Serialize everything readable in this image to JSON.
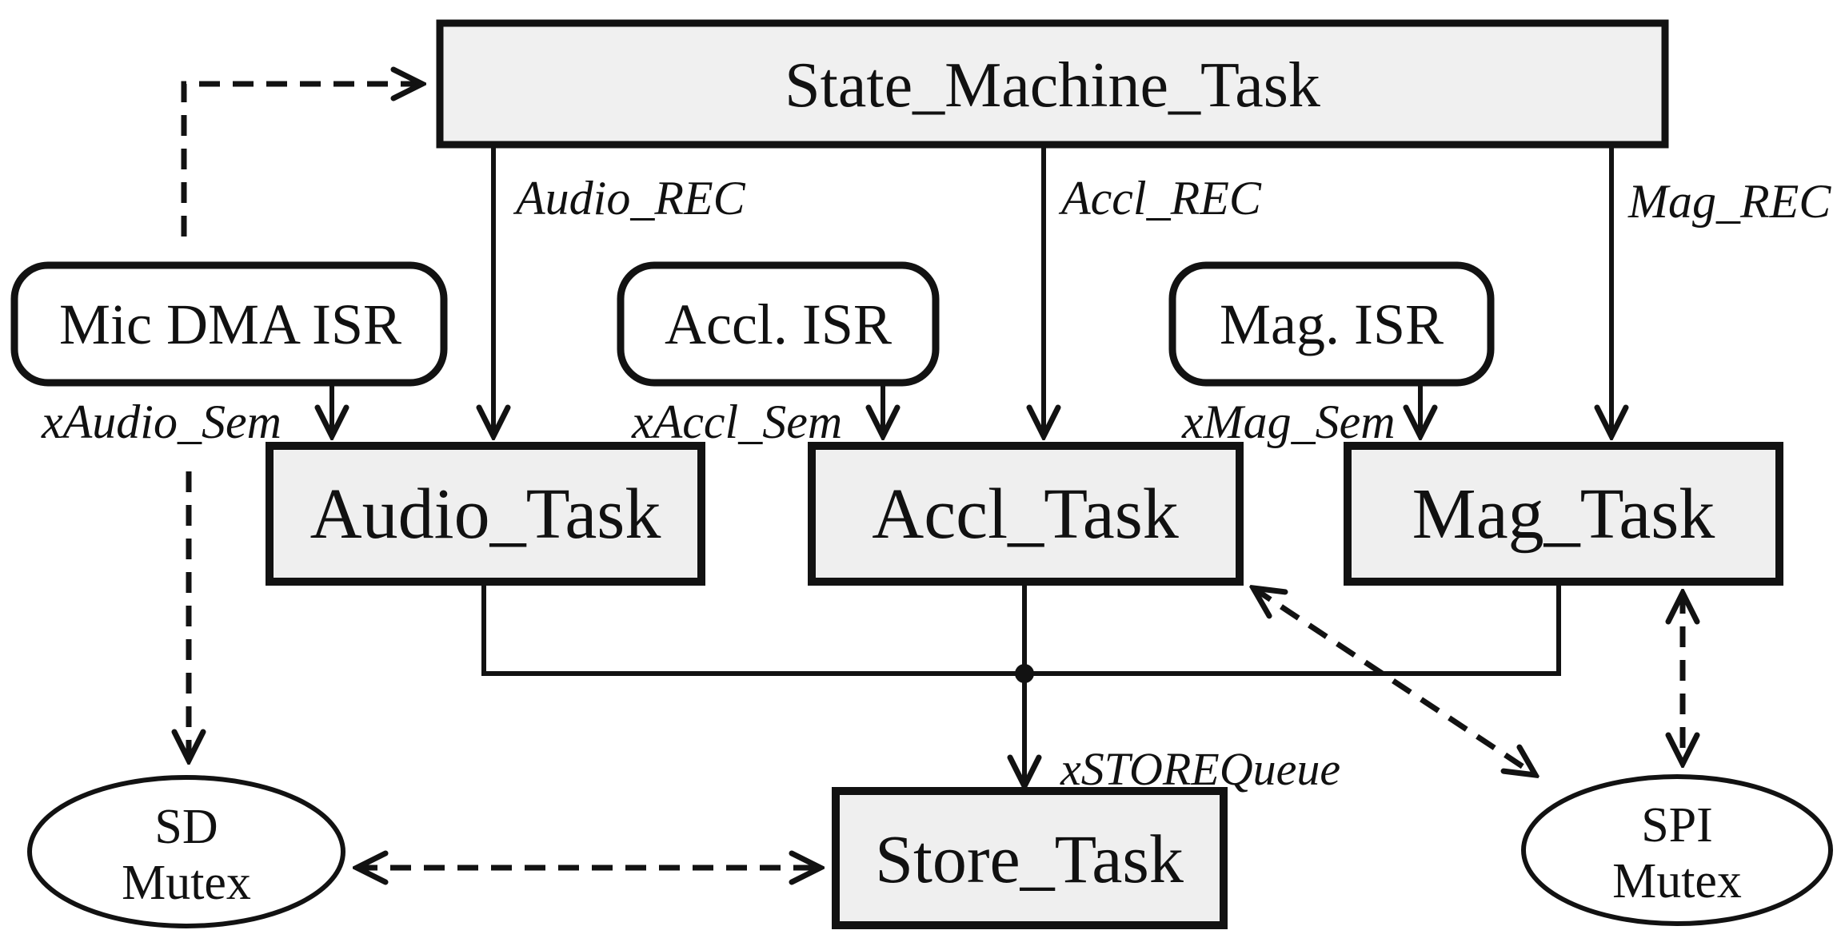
{
  "diagram": {
    "description": "FreeRTOS task / ISR / mutex architecture diagram",
    "nodes": {
      "state_machine_task": {
        "label": "State_Machine_Task",
        "shape": "rectangle",
        "fill": "#f0f0f0"
      },
      "mic_dma_isr": {
        "label": "Mic DMA ISR",
        "shape": "rounded-rectangle",
        "fill": "#ffffff"
      },
      "accl_isr": {
        "label": "Accl. ISR",
        "shape": "rounded-rectangle",
        "fill": "#ffffff"
      },
      "mag_isr": {
        "label": "Mag. ISR",
        "shape": "rounded-rectangle",
        "fill": "#ffffff"
      },
      "audio_task": {
        "label": "Audio_Task",
        "shape": "rectangle",
        "fill": "#efefef"
      },
      "accl_task": {
        "label": "Accl_Task",
        "shape": "rectangle",
        "fill": "#efefef"
      },
      "mag_task": {
        "label": "Mag_Task",
        "shape": "rectangle",
        "fill": "#efefef"
      },
      "store_task": {
        "label": "Store_Task",
        "shape": "rectangle",
        "fill": "#efefef"
      },
      "sd_mutex": {
        "lines": [
          "SD",
          "Mutex"
        ],
        "shape": "ellipse",
        "fill": "#ffffff"
      },
      "spi_mutex": {
        "lines": [
          "SPI",
          "Mutex"
        ],
        "shape": "ellipse",
        "fill": "#ffffff"
      }
    },
    "edge_labels": {
      "audio_rec": "Audio_REC",
      "accl_rec": "Accl_REC",
      "mag_rec": "Mag_REC",
      "xaudio_sem": "xAudio_Sem",
      "xaccl_sem": "xAccl_Sem",
      "xmag_sem": "xMag_Sem",
      "xstore_queue": "xSTOREQueue"
    },
    "colors": {
      "background": "#ffffff",
      "line": "#121212",
      "task_fill": "#efefef",
      "sm_fill": "#f0f0f0",
      "white_fill": "#ffffff"
    }
  }
}
